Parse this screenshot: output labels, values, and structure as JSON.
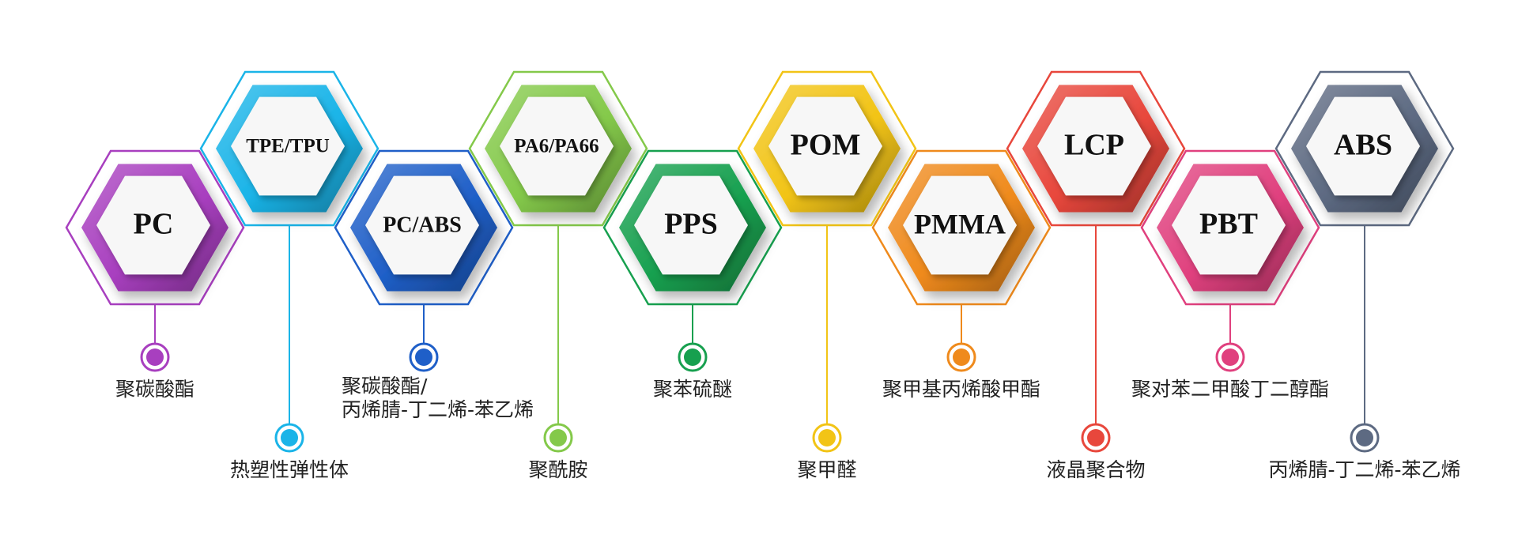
{
  "items": [
    {
      "code": "PC",
      "name_lines": [
        "聚碳酸酯"
      ],
      "color": "#a83fbf",
      "row": "low",
      "label_row": "near"
    },
    {
      "code": "TPE/TPU",
      "name_lines": [
        "热塑性弹性体"
      ],
      "color": "#1ab4e8",
      "row": "high",
      "label_row": "far"
    },
    {
      "code": "PC/ABS",
      "name_lines": [
        "聚碳酸酯/",
        "丙烯腈-丁二烯-苯乙烯"
      ],
      "color": "#1f5fc8",
      "row": "low",
      "label_row": "near"
    },
    {
      "code": "PA6/PA66",
      "name_lines": [
        "聚酰胺"
      ],
      "color": "#84c94a",
      "row": "high",
      "label_row": "far"
    },
    {
      "code": "PPS",
      "name_lines": [
        "聚苯硫醚"
      ],
      "color": "#17a04f",
      "row": "low",
      "label_row": "near"
    },
    {
      "code": "POM",
      "name_lines": [
        "聚甲醛"
      ],
      "color": "#f2c416",
      "row": "high",
      "label_row": "far"
    },
    {
      "code": "PMMA",
      "name_lines": [
        "聚甲基丙烯酸甲酯"
      ],
      "color": "#ef8a1c",
      "row": "low",
      "label_row": "near"
    },
    {
      "code": "LCP",
      "name_lines": [
        "液晶聚合物"
      ],
      "color": "#e8473c",
      "row": "high",
      "label_row": "far"
    },
    {
      "code": "PBT",
      "name_lines": [
        "聚对苯二甲酸丁二醇酯"
      ],
      "color": "#e0407e",
      "row": "low",
      "label_row": "near"
    },
    {
      "code": "ABS",
      "name_lines": [
        "丙烯腈-丁二烯-苯乙烯"
      ],
      "color": "#5d6a82",
      "row": "high",
      "label_row": "far"
    }
  ]
}
